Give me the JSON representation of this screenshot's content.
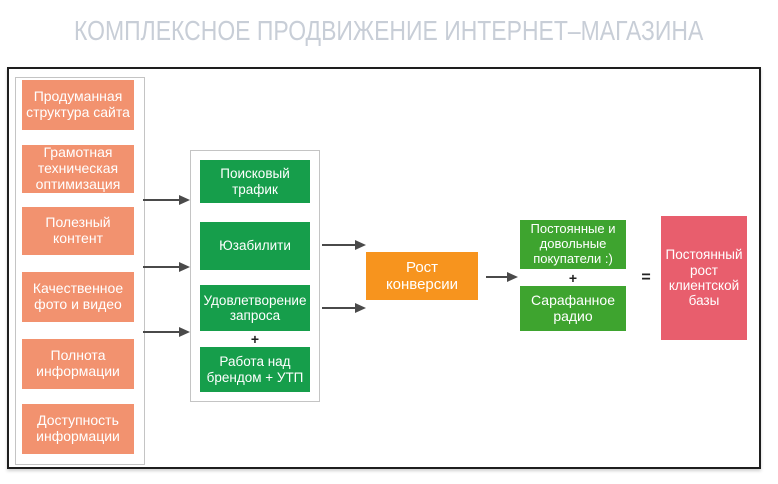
{
  "title": "КОМПЛЕКСНОЕ ПРОДВИЖЕНИЕ ИНТЕРНЕТ–МАГАЗИНА",
  "left_column": {
    "items": [
      "Продуманная структура сайта",
      "Грамотная техническая оптимизация",
      "Полезный контент",
      "Качественное фото и видео",
      "Полнота информации",
      "Доступность информации"
    ]
  },
  "middle_column": {
    "items": [
      "Поисковый трафик",
      "Юзабилити",
      "Удовлетворение запроса",
      "Работа над брендом + УТП"
    ],
    "plus_sign": "+"
  },
  "conversion_box": "Рост конверсии",
  "right_column": {
    "items": [
      "Постоянные и довольные покупатели :)",
      "Сарафанное радио"
    ],
    "plus_sign": "+"
  },
  "equals_sign": "=",
  "result_box": "Постоянный рост клиентской базы",
  "colors": {
    "salmon": "#F2926F",
    "green_middle": "#169E4B",
    "green_right": "#3EA42F",
    "orange": "#F7941E",
    "pink": "#E85E6D",
    "title_text": "#C8CED7",
    "arrow": "#4A4A4A",
    "frame_border": "#1E1E1E",
    "subframe_border": "#C4C4C4"
  }
}
